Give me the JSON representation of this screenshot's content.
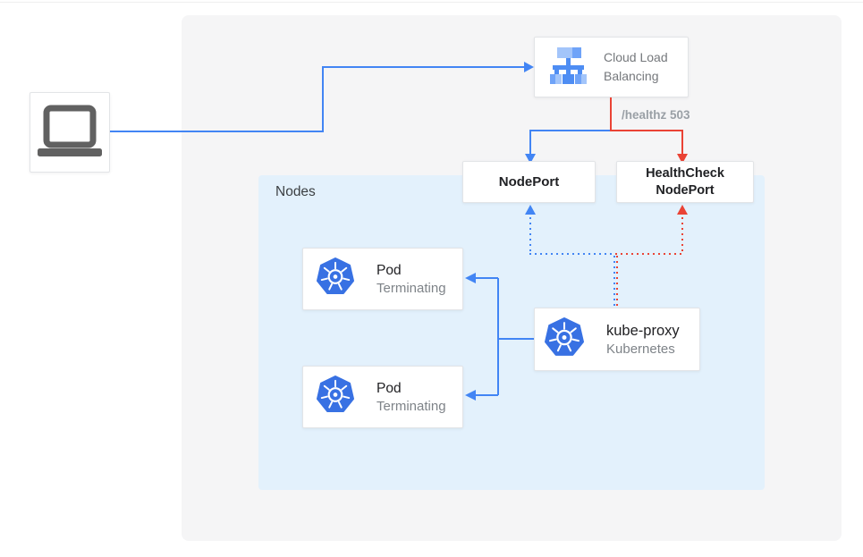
{
  "palette": {
    "blue": "#4285F4",
    "red": "#EA4335",
    "panel_bg": "#F5F5F6",
    "nodes_bg": "#E3F1FC",
    "kubernetes_blue": "#3871E3",
    "muted_text": "#7E8388",
    "annotation_gray": "#9AA0A6"
  },
  "nodes_group": {
    "label": "Nodes"
  },
  "client": {
    "icon": "laptop-icon"
  },
  "load_balancer": {
    "label": "Cloud Load Balancing",
    "icon": "cloud-load-balancing-icon"
  },
  "health_annotation": {
    "label": "/healthz 503"
  },
  "node_port": {
    "label": "NodePort"
  },
  "health_check_node_port": {
    "label": "HealthCheck NodePort"
  },
  "pods": [
    {
      "title": "Pod",
      "status": "Terminating",
      "icon": "kubernetes-icon"
    },
    {
      "title": "Pod",
      "status": "Terminating",
      "icon": "kubernetes-icon"
    }
  ],
  "kube_proxy": {
    "title": "kube-proxy",
    "subtitle": "Kubernetes",
    "icon": "kubernetes-icon"
  }
}
